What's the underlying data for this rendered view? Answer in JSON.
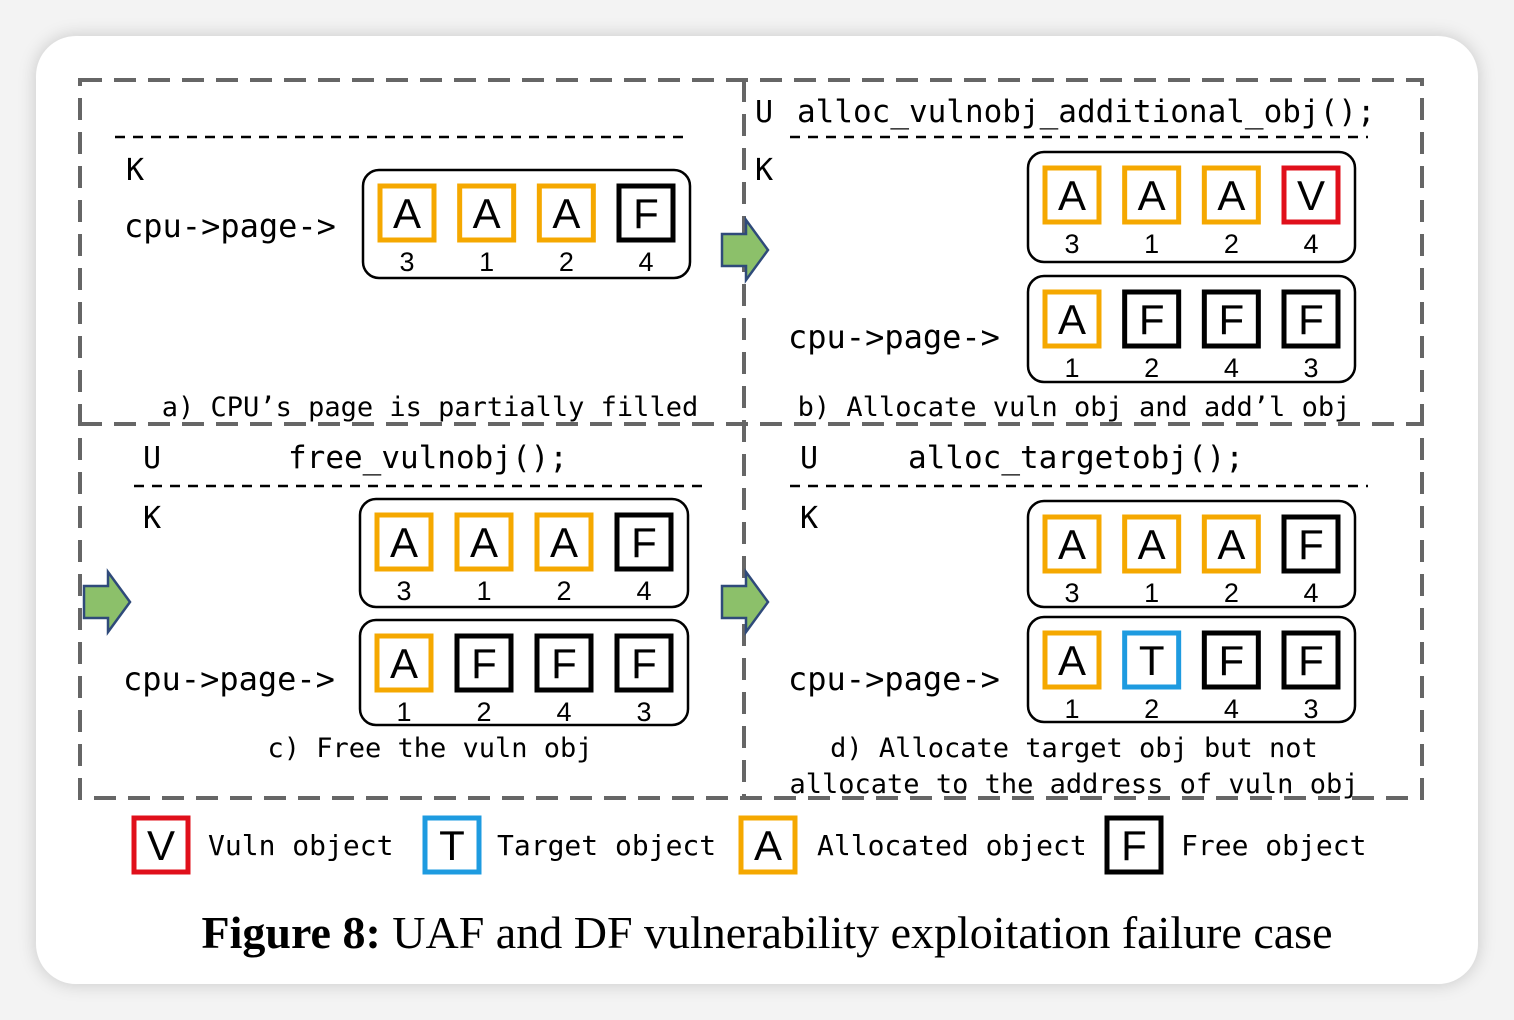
{
  "figure": {
    "number_label": "Figure 8:",
    "caption_text": " UAF and DF vulnerability exploitation failure case"
  },
  "colors": {
    "allocated": "#f5a800",
    "free": "#000000",
    "vuln": "#e0101b",
    "target": "#1e9be0",
    "arrow_fill": "#8cc06a",
    "arrow_stroke": "#2f4a7a",
    "dash": "#666666"
  },
  "panels": [
    {
      "id": "a",
      "user_label": "",
      "user_call": "",
      "kernel_label": "K",
      "pointer_label": "cpu->page->",
      "caption_lines": [
        "a) CPU’s page is partially filled"
      ],
      "slabs": [
        [
          {
            "letter": "A",
            "type": "allocated",
            "num": "3"
          },
          {
            "letter": "A",
            "type": "allocated",
            "num": "1"
          },
          {
            "letter": "A",
            "type": "allocated",
            "num": "2"
          },
          {
            "letter": "F",
            "type": "free",
            "num": "4"
          }
        ]
      ]
    },
    {
      "id": "b",
      "user_label": "U",
      "user_call": "alloc_vulnobj_additional_obj();",
      "kernel_label": "K",
      "pointer_label": "cpu->page->",
      "caption_lines": [
        "b) Allocate vuln obj and add’l obj"
      ],
      "slabs": [
        [
          {
            "letter": "A",
            "type": "allocated",
            "num": "3"
          },
          {
            "letter": "A",
            "type": "allocated",
            "num": "1"
          },
          {
            "letter": "A",
            "type": "allocated",
            "num": "2"
          },
          {
            "letter": "V",
            "type": "vuln",
            "num": "4"
          }
        ],
        [
          {
            "letter": "A",
            "type": "allocated",
            "num": "1"
          },
          {
            "letter": "F",
            "type": "free",
            "num": "2"
          },
          {
            "letter": "F",
            "type": "free",
            "num": "4"
          },
          {
            "letter": "F",
            "type": "free",
            "num": "3"
          }
        ]
      ]
    },
    {
      "id": "c",
      "user_label": "U",
      "user_call": "free_vulnobj();",
      "kernel_label": "K",
      "pointer_label": "cpu->page->",
      "caption_lines": [
        "c) Free the vuln obj"
      ],
      "slabs": [
        [
          {
            "letter": "A",
            "type": "allocated",
            "num": "3"
          },
          {
            "letter": "A",
            "type": "allocated",
            "num": "1"
          },
          {
            "letter": "A",
            "type": "allocated",
            "num": "2"
          },
          {
            "letter": "F",
            "type": "free",
            "num": "4"
          }
        ],
        [
          {
            "letter": "A",
            "type": "allocated",
            "num": "1"
          },
          {
            "letter": "F",
            "type": "free",
            "num": "2"
          },
          {
            "letter": "F",
            "type": "free",
            "num": "4"
          },
          {
            "letter": "F",
            "type": "free",
            "num": "3"
          }
        ]
      ]
    },
    {
      "id": "d",
      "user_label": "U",
      "user_call": "alloc_targetobj();",
      "kernel_label": "K",
      "pointer_label": "cpu->page->",
      "caption_lines": [
        "d) Allocate target obj but not",
        "allocate to the address of vuln obj"
      ],
      "slabs": [
        [
          {
            "letter": "A",
            "type": "allocated",
            "num": "3"
          },
          {
            "letter": "A",
            "type": "allocated",
            "num": "1"
          },
          {
            "letter": "A",
            "type": "allocated",
            "num": "2"
          },
          {
            "letter": "F",
            "type": "free",
            "num": "4"
          }
        ],
        [
          {
            "letter": "A",
            "type": "allocated",
            "num": "1"
          },
          {
            "letter": "T",
            "type": "target",
            "num": "2"
          },
          {
            "letter": "F",
            "type": "free",
            "num": "4"
          },
          {
            "letter": "F",
            "type": "free",
            "num": "3"
          }
        ]
      ]
    }
  ],
  "legend": [
    {
      "letter": "V",
      "type": "vuln",
      "label": "Vuln object"
    },
    {
      "letter": "T",
      "type": "target",
      "label": "Target object"
    },
    {
      "letter": "A",
      "type": "allocated",
      "label": "Allocated object"
    },
    {
      "letter": "F",
      "type": "free",
      "label": "Free object"
    }
  ]
}
